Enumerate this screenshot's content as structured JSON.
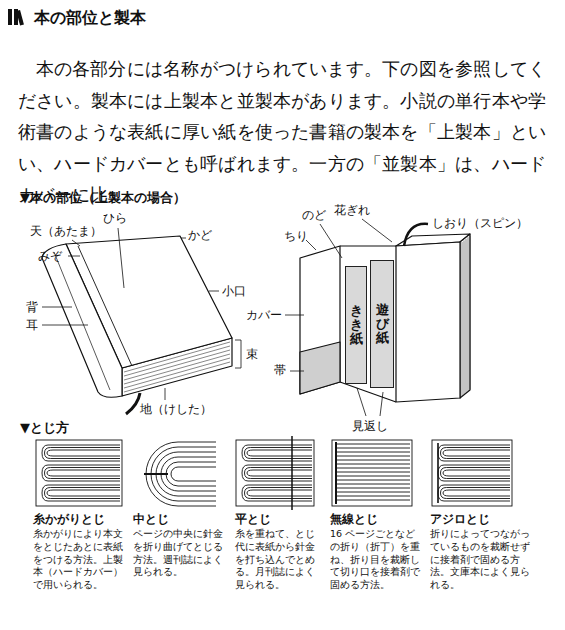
{
  "diagram": {
    "title": "本の部位と製本",
    "nodes": [
      {
        "text": [
          "きき紙"
        ]
      },
      {
        "text": [
          "遊び紙"
        ]
      }
    ],
    "labels": [
      "本の各部分には名称がつけられています。下の図を参照してください。製本には上製本と並製本があります。小説の単行本や学術書のような表紙に厚い紙を使った書籍の製本を「上製本」といい、ハードカバーとも呼ばれます。一方の「並製本」は、ハードカバーに比",
      "▼本の部位（上製本の場合）",
      "ひら",
      "天（あたま）",
      "かど",
      "みぞ",
      "小口",
      "背",
      "耳",
      "束",
      "地（けした）",
      "のど",
      "花ぎれ",
      "しおり（スピン）",
      "ちり",
      "カバー",
      "帯",
      "見返し",
      "▼とじ方",
      "糸かがりとじ",
      "糸かがりにより本文をとじたあとに表紙をつける方法。上製本（ハードカバー）で用いられる。",
      "中とじ",
      "ページの中央に針金を折り曲げてとじる方法。週刊誌によく見られる。",
      "平とじ",
      "糸を重ねて、とじ代に表紙から針金を打ち込んでとめる。月刊誌によく見られる。",
      "無線とじ",
      "16 ページごとなどの折り（折丁）を重ね、折り目を裁断して切り口を接着剤で固める方法。",
      "アジロとじ",
      "折りによってつながっているものを裁断せずに接着剤で固める方法。文庫本によく見られる。"
    ]
  }
}
